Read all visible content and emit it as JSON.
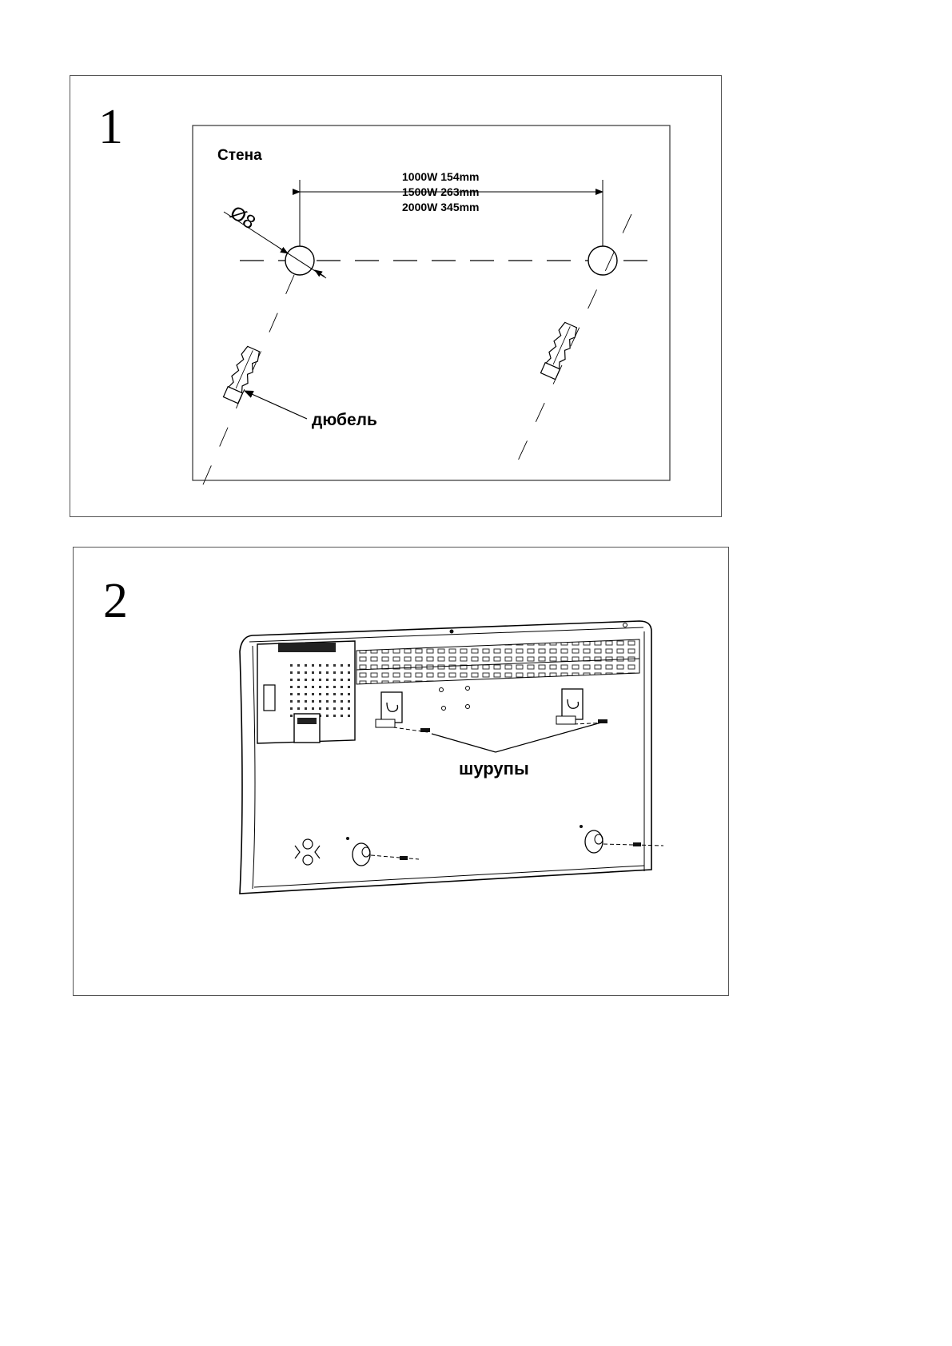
{
  "step1": {
    "number": "1",
    "wall_label": "Стена",
    "diameter_label": "Ø8",
    "spacing_lines": [
      "1000W 154mm",
      "1500W 263mm",
      "2000W 345mm"
    ],
    "dowel_label": "дюбель"
  },
  "step2": {
    "number": "2",
    "screws_label": "шурупы"
  }
}
